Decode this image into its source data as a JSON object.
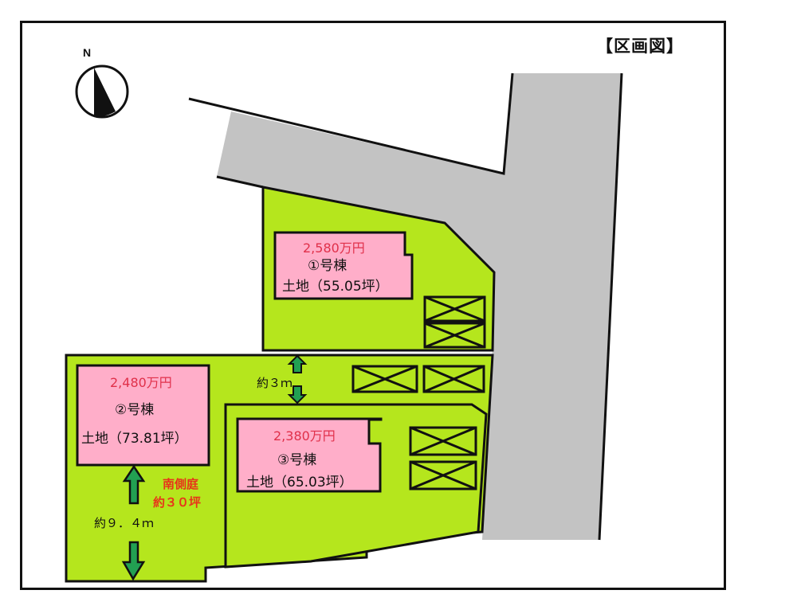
{
  "title": "【区画図】",
  "compass": {
    "label": "N",
    "icon": "north-arrow-icon"
  },
  "colors": {
    "lot_fill": "#b5e61d",
    "house_fill": "#ffaec9",
    "road_fill": "#c3c3c3",
    "arrow_fill": "#22a052",
    "price_text": "#e0304a",
    "annotation_text": "#e8331a",
    "outline": "#111111"
  },
  "lots": [
    {
      "id": "1",
      "price": "2,580万円",
      "name": "①号棟",
      "land": "土地（55.05坪）",
      "parking_spaces": 2
    },
    {
      "id": "2",
      "price": "2,480万円",
      "name": "②号棟",
      "land": "土地（73.81坪）",
      "parking_spaces": 2
    },
    {
      "id": "3",
      "price": "2,380万円",
      "name": "③号棟",
      "land": "土地（65.03坪）",
      "parking_spaces": 2
    }
  ],
  "annotations": {
    "gap_distance": "約３ｍ",
    "south_garden_line1": "南側庭",
    "south_garden_line2": "約３０坪",
    "yard_depth": "約９．４ｍ"
  }
}
